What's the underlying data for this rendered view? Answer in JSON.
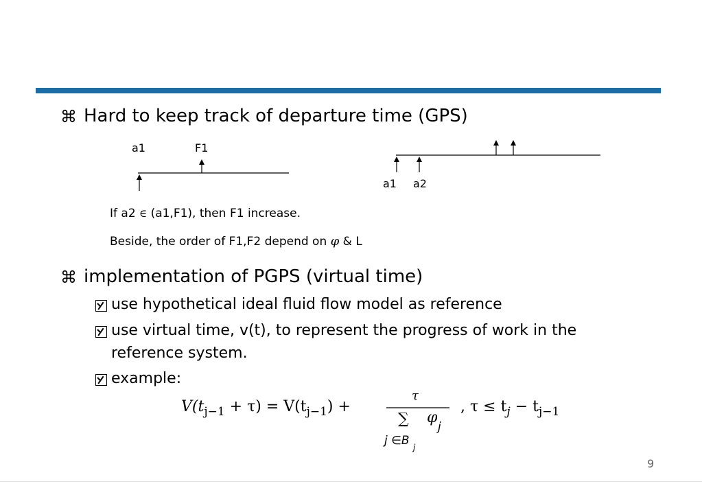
{
  "slide": {
    "bullet1": "Hard to keep track of departure time (GPS)",
    "diagram_left": {
      "label_a1": "a1",
      "label_f1": "F1"
    },
    "diagram_right": {
      "label_a1": "a1",
      "label_a2": "a2"
    },
    "note1_prefix": "If a2",
    "note1_symbol": "∈",
    "note1_suffix": "(a1,F1), then F1 increase.",
    "note2_prefix": "Beside, the order of F1,F2 depend on",
    "note2_symbol": "φ",
    "note2_suffix": "& L",
    "bullet2": "implementation of PGPS (virtual time)",
    "sub1": "use hypothetical ideal fluid flow model as reference",
    "sub2_line1": "use virtual time, v(t), to represent the progress of work in the",
    "sub2_line2": "reference system.",
    "sub3": "example:",
    "page_number": "9"
  },
  "formula": {
    "lhs": "V(t",
    "lhs_sub": "j−1",
    "lhs_tail": "+ τ) = V(t",
    "rhs_sub": "j−1",
    "rhs_tail": ") +",
    "numerator": "τ",
    "sum": "∑",
    "phi": "φ",
    "phi_sub": "j",
    "sum_sub": "j ∈B",
    "sum_sub_sub": "j",
    "condition": ", τ ≤ t",
    "cond_sub1": "j",
    "cond_mid": " − t",
    "cond_sub2": "j−1"
  },
  "icons": {
    "bullet_icon": "command-key-icon",
    "subbullet_icon": "y-box-icon"
  },
  "colors": {
    "rule": "#1a6ea8"
  }
}
